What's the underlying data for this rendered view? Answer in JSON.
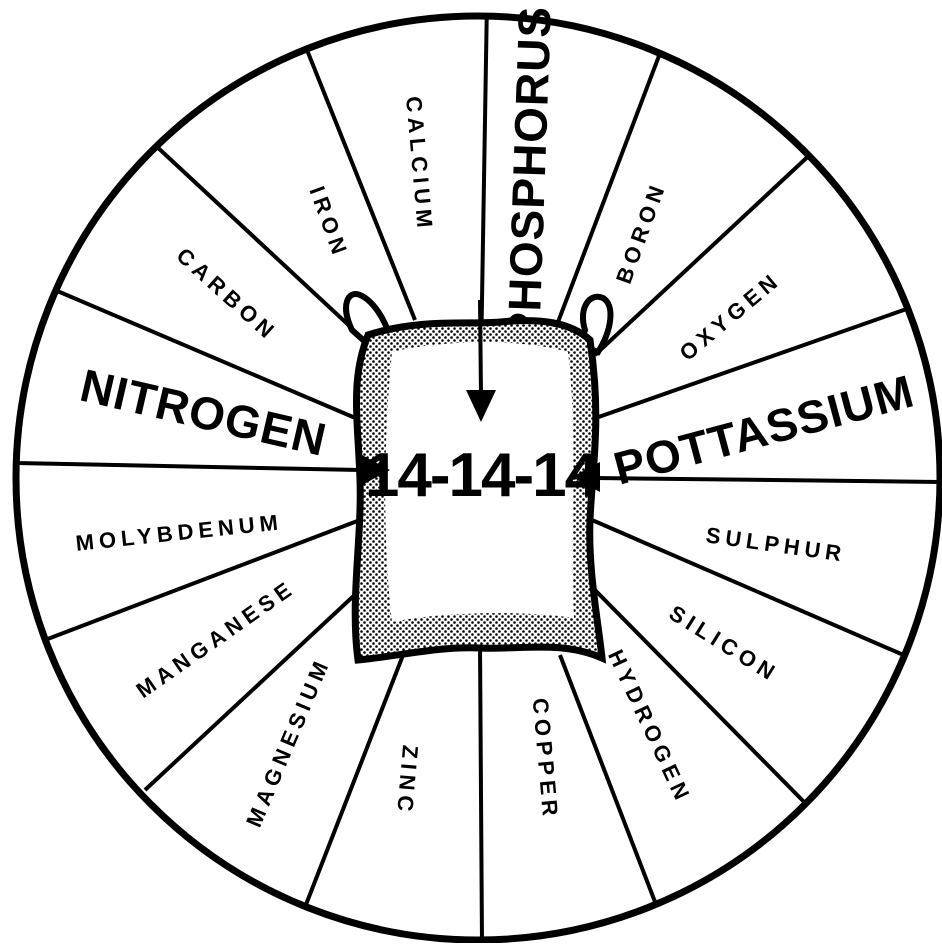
{
  "diagram": {
    "center_label": "14-14-14",
    "nutrients": {
      "phosphorus": "PHOSPHORUS",
      "boron": "BORON",
      "oxygen": "OXYGEN",
      "pottassium": "POTTASSIUM",
      "sulphur": "SULPHUR",
      "silicon": "SILICON",
      "hydrogen": "HYDROGEN",
      "copper": "COPPER",
      "zinc": "ZINC",
      "magnesium": "MAGNESIUM",
      "manganese": "MANGANESE",
      "molybdenum": "MOLYBDENUM",
      "nitrogen": "NITROGEN",
      "carbon": "CARBON",
      "iron": "IRON",
      "calcium": "CALCIUM"
    },
    "colors": {
      "ink": "#000000",
      "paper": "#ffffff",
      "bag_shade": "#8a8a8a"
    }
  }
}
